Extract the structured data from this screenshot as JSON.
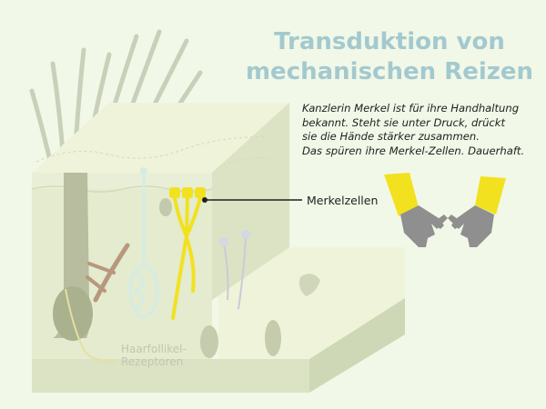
{
  "title_lines": [
    "Transduktion von",
    "mechanischen Reizen"
  ],
  "note_lines": [
    "Kanzlerin Merkel ist für ihre Handhaltung",
    "bekannt. Steht sie unter Druck, drückt",
    "sie die Hände stärker zusammen.",
    "Das spüren ihre Merkel-Zellen. Dauerhaft."
  ],
  "labels": {
    "merkel_cells": "Merkelzellen",
    "hair_follicle_receptors": [
      "Haarfollikel-",
      "Rezeptoren"
    ]
  },
  "colors": {
    "background": "#f1f8e7",
    "skin_face": "#e4ebcf",
    "skin_top": "#eef3da",
    "skin_side": "#dbe3c4",
    "highlight_yellow": "#f2e11f",
    "title": "#a3c9cf",
    "hand_gray": "#8f8f8f"
  },
  "icons": [
    "skin-block",
    "hair-icon",
    "merkel-cell-icon",
    "nerve-fiber-icon",
    "hair-follicle-icon",
    "merkel-hands-icon",
    "sleeve-icon"
  ]
}
